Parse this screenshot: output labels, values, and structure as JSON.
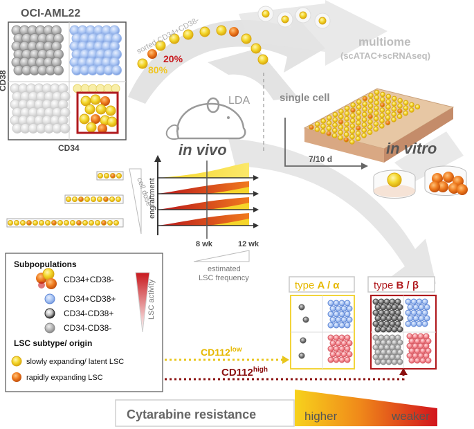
{
  "facs_panel": {
    "title": "OCI-AML22",
    "x_label": "CD34",
    "y_label": "CD38",
    "sorted_label": "sorted CD34+CD38-",
    "pct_orange": "20%",
    "pct_yellow": "80%"
  },
  "lda": {
    "label": "LDA",
    "mode": "in vivo"
  },
  "single_cell": {
    "label": "single cell",
    "mode": "in vitro",
    "duration": "7/10 d"
  },
  "multiome": {
    "title": "multiome",
    "subtitle": "(scATAC+scRNAseq)"
  },
  "engraftment_plot": {
    "y_label": "engraftment",
    "cell_dose_label": "cell dose",
    "x_tick_1": "8 wk",
    "x_tick_2": "12 wk",
    "lsc_freq_line1": "estimated",
    "lsc_freq_line2": "LSC frequency"
  },
  "legend": {
    "subpop_title": "Subpopulations",
    "items": [
      "CD34+CD38-",
      "CD34+CD38+",
      "CD34-CD38+",
      "CD34-CD38-"
    ],
    "activity_label": "LSC activity",
    "subtype_title": "LSC subtype/ origin",
    "subtypes": [
      "slowly expanding/ latent LSC",
      "rapidly expanding LSC"
    ]
  },
  "type_a": {
    "prefix": "type ",
    "label": "A / α"
  },
  "type_b": {
    "prefix": "type ",
    "label": "B / β"
  },
  "cd112_low": {
    "base": "CD112",
    "sup": "low"
  },
  "cd112_high": {
    "base": "CD112",
    "sup": "high"
  },
  "cytarabine": {
    "label": "Cytarabine resistance",
    "higher": "higher",
    "weaker": "weaker"
  },
  "colors": {
    "yellow": "#f5df2e",
    "orange": "#e8701e",
    "red": "#c8191e",
    "blue": "#7da6ec",
    "pink": "#f07a82",
    "grey": "#9a9a9a",
    "darkred": "#a01818"
  }
}
